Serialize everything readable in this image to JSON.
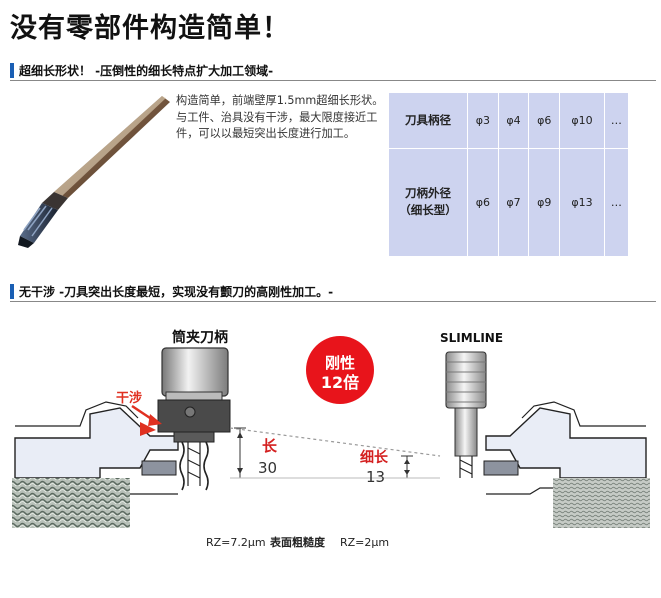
{
  "page": {
    "title": "没有零部件构造简单！"
  },
  "section1": {
    "heading": "超细长形状！ -压倒性的细长特点扩大加工领域-",
    "description": "构造简单，前端壁厚1.5mm超细长形状。与工件、治具没有干涉，最大限度接近工件，可以以最短突出长度进行加工。"
  },
  "spec_table": {
    "rows": [
      {
        "label": "刀具柄径",
        "values": [
          "φ3",
          "φ4",
          "φ6",
          "φ10",
          "…"
        ]
      },
      {
        "label": "刀柄外径\n（细长型）",
        "values": [
          "φ6",
          "φ7",
          "φ9",
          "φ13",
          "…"
        ]
      }
    ]
  },
  "section2": {
    "heading": "无干涉 -刀具突出长度最短，实现没有颤刀的高刚性加工。-"
  },
  "diagram": {
    "left_holder_label": "筒夹刀柄",
    "interference_label": "干涉",
    "long_label": "长",
    "long_value": "30",
    "rigidity_badge_line1": "刚性",
    "rigidity_badge_line2": "12倍",
    "slimline_label": "SLIMLINE",
    "slender_label": "细长",
    "slender_value": "13",
    "roughness_left": "RZ=7.2μm",
    "roughness_title": "表面粗糙度",
    "roughness_right": "RZ=2μm",
    "colors": {
      "accent_blue": "#1a5fb4",
      "badge_red": "#e8141b",
      "interference_red": "#e03020",
      "long_red": "#d42020",
      "table_blue": "#cdd3ef",
      "workpiece_fill": "#e9edf6"
    }
  }
}
